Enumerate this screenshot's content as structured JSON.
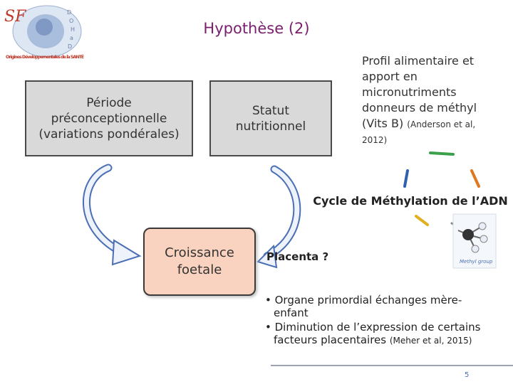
{
  "logo": {
    "text": "Origines Développementales de la SANTÉ",
    "mark": "SF",
    "side_letters": [
      "D",
      "O",
      "H",
      "a",
      "D"
    ]
  },
  "title": "Hypothèse (2)",
  "boxes": {
    "periode": [
      "Période",
      "préconceptionnelle",
      "(variations pondérales)"
    ],
    "statut": [
      "Statut",
      "nutritionnel"
    ],
    "croissance": [
      "Croissance",
      "foetale"
    ]
  },
  "profil": {
    "lines": [
      "Profil alimentaire et",
      "apport en",
      "micronutriments",
      "donneurs de méthyl"
    ],
    "last_line": "(Vits B)",
    "citation_a": "(Anderson et al,",
    "citation_b": "2012)"
  },
  "cycle_label": "Cycle de Méthylation de l’ADN",
  "methyl_label": "Methyl group",
  "placenta_label": "Placenta ?",
  "bullets": {
    "b1_line1": "• Organe primordial échanges mère-",
    "b1_line2": "enfant",
    "b2_line1": "• Diminution de l’expression de certains",
    "b2_line2": "facteurs placentaires",
    "b2_citation": "(Meher et al, 2015)"
  },
  "page_number": "5",
  "colors": {
    "title": "#7a1e6e",
    "arrow_blue": "#4a6fb5",
    "box_gray": "#d9d9d9",
    "box_peach": "#f9d3bf",
    "cycle_green": "#3aa04a",
    "cycle_orange": "#e07820",
    "cycle_yellow": "#e0b020",
    "cycle_blue": "#3060b0"
  }
}
